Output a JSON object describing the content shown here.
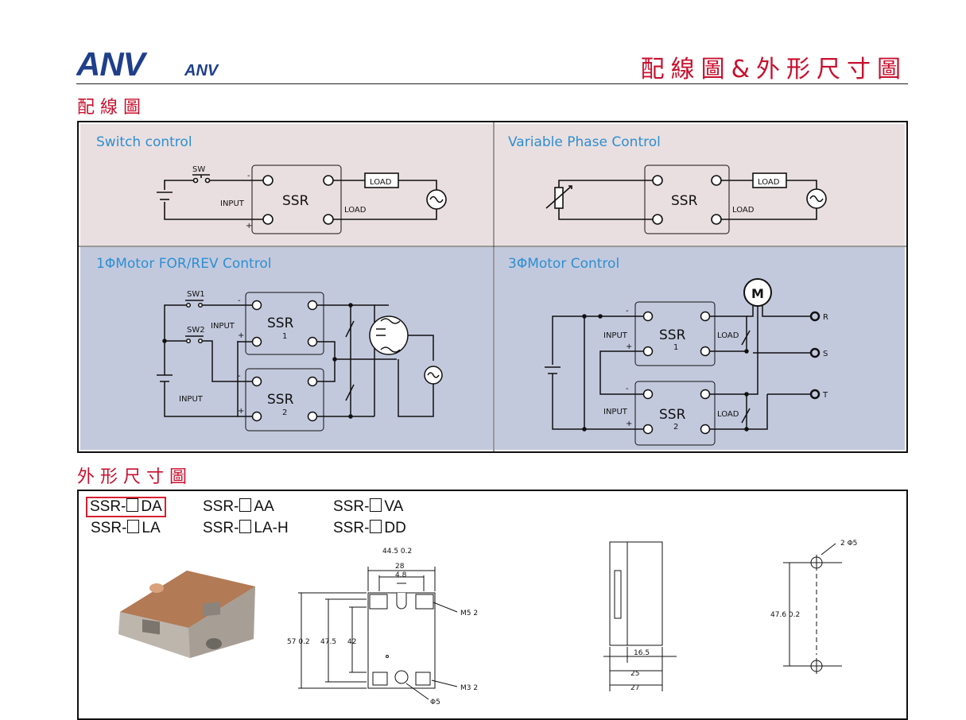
{
  "header": {
    "brand": "ANV",
    "brand_small": "ANV",
    "title": "配線圖&外形尺寸圖"
  },
  "wiring_section": {
    "title": "配線圖",
    "panels": [
      {
        "title": "Switch control"
      },
      {
        "title": "Variable Phase Control"
      },
      {
        "title": "1ΦMotor FOR/REV Control"
      },
      {
        "title": "3ΦMotor Control"
      }
    ],
    "labels": {
      "ssr": "SSR",
      "load": "LOAD",
      "input": "INPUT",
      "sw": "SW",
      "sw1": "SW1",
      "sw2": "SW2",
      "minus": "-",
      "plus": "+",
      "one": "1",
      "two": "2",
      "motor": "M",
      "r": "R",
      "s": "S",
      "t": "T"
    }
  },
  "dimension_section": {
    "title": "外形尺寸圖",
    "models": [
      {
        "prefix": "SSR-",
        "suffix": "DA",
        "selected": true
      },
      {
        "prefix": "SSR-",
        "suffix": "AA",
        "selected": false
      },
      {
        "prefix": "SSR-",
        "suffix": "VA",
        "selected": false
      },
      {
        "prefix": "SSR-",
        "suffix": "LA",
        "selected": false
      },
      {
        "prefix": "SSR-",
        "suffix": "LA-H",
        "selected": false
      },
      {
        "prefix": "SSR-",
        "suffix": "DD",
        "selected": false
      }
    ],
    "dims": {
      "width_total": "44.5  0.2",
      "width_holes": "28",
      "slot": "4.8",
      "height_total": "57  0.2",
      "height_holes": "47.5",
      "height_inner": "42",
      "screw_top": "M5  2",
      "screw_bottom": "M3  2",
      "hole_dia": "Φ5",
      "side_depth1": "16.5",
      "side_depth2": "25",
      "side_depth3": "27",
      "mount_holes": "2  Φ5",
      "mount_pitch": "47.6  0.2"
    }
  },
  "colors": {
    "accent_red": "#c8102e",
    "panel_pink": "#eadfe0",
    "panel_blue": "#c3c9dd",
    "title_blue": "#2d8fd1"
  }
}
